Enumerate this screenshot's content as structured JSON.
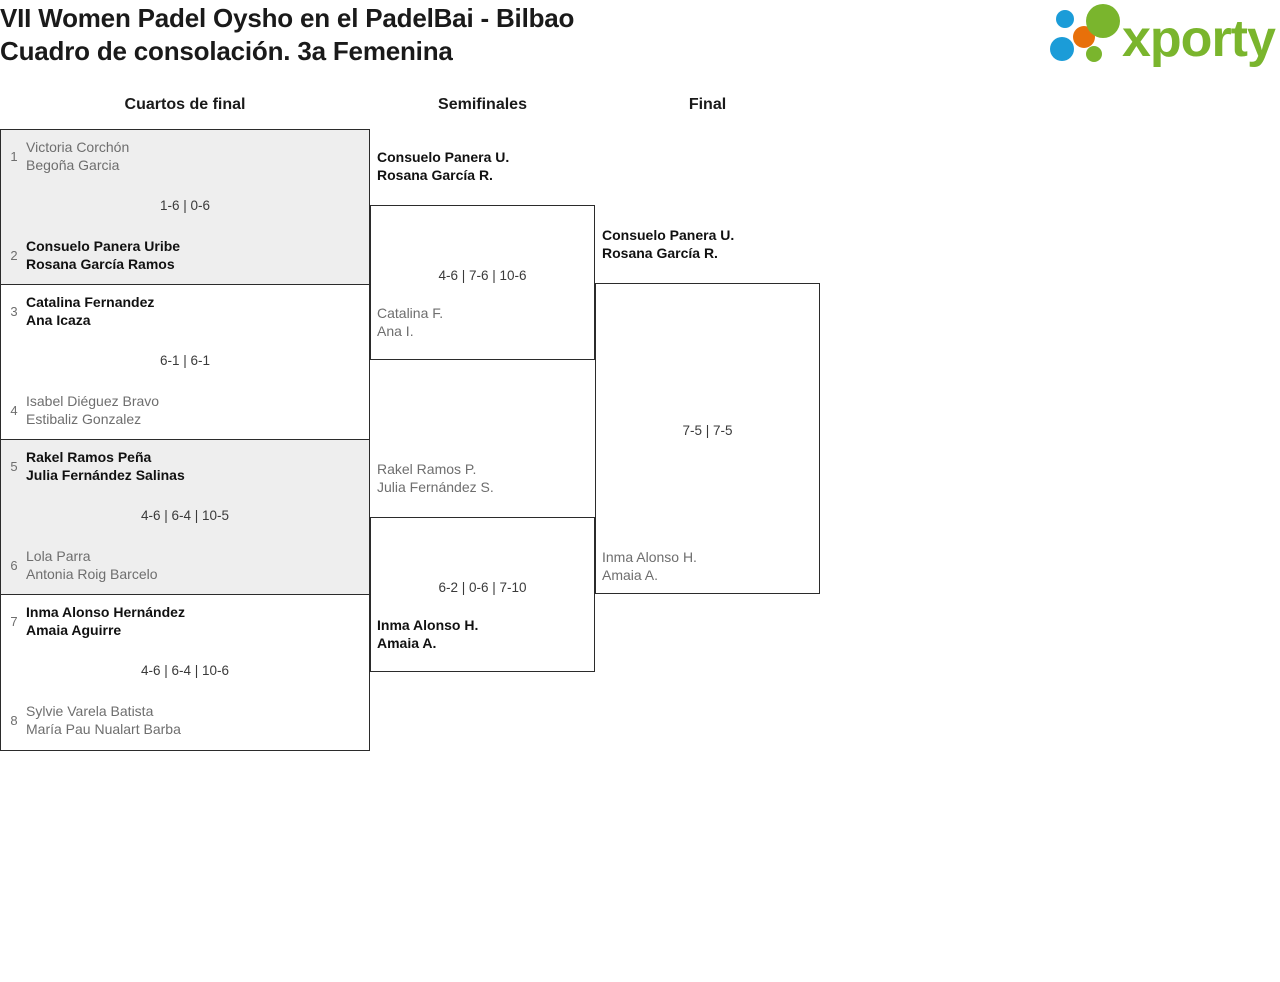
{
  "header": {
    "title_line1": "VII Women Padel Oysho en el PadelBai - Bilbao",
    "title_line2": "Cuadro de consolación. 3a Femenina",
    "logo_text": "xporty",
    "logo_colors": {
      "green": "#7ab52d",
      "orange": "#e8700a",
      "blue": "#1b9cd8"
    }
  },
  "columns": {
    "quarterfinals": "Cuartos de final",
    "semifinals": "Semifinales",
    "final": "Final"
  },
  "quarterfinals": [
    {
      "shaded": true,
      "score": "1-6 | 0-6",
      "top": {
        "seed": "1",
        "line1": "Victoria Corchón",
        "line2": "Begoña Garcia",
        "result": "loser"
      },
      "bottom": {
        "seed": "2",
        "line1": "Consuelo Panera Uribe",
        "line2": "Rosana García Ramos",
        "result": "winner"
      }
    },
    {
      "shaded": false,
      "score": "6-1 | 6-1",
      "top": {
        "seed": "3",
        "line1": "Catalina Fernandez",
        "line2": "Ana Icaza",
        "result": "winner"
      },
      "bottom": {
        "seed": "4",
        "line1": "Isabel Diéguez Bravo",
        "line2": "Estibaliz Gonzalez",
        "result": "loser"
      }
    },
    {
      "shaded": true,
      "score": "4-6 | 6-4 | 10-5",
      "top": {
        "seed": "5",
        "line1": "Rakel Ramos Peña",
        "line2": "Julia Fernández Salinas",
        "result": "winner"
      },
      "bottom": {
        "seed": "6",
        "line1": "Lola Parra",
        "line2": "Antonia Roig Barcelo",
        "result": "loser"
      }
    },
    {
      "shaded": false,
      "score": "4-6 | 6-4 | 10-6",
      "top": {
        "seed": "7",
        "line1": "Inma Alonso Hernández",
        "line2": "Amaia Aguirre",
        "result": "winner"
      },
      "bottom": {
        "seed": "8",
        "line1": "Sylvie Varela Batista",
        "line2": "María Pau Nualart Barba",
        "result": "loser"
      }
    }
  ],
  "semifinals": [
    {
      "score": "4-6 | 7-6 | 10-6",
      "top": {
        "line1": "Consuelo Panera U.",
        "line2": "Rosana García R.",
        "result": "winner"
      },
      "bottom": {
        "line1": "Catalina F.",
        "line2": "Ana I.",
        "result": "loser"
      }
    },
    {
      "score": "6-2 | 0-6 | 7-10",
      "top": {
        "line1": "Rakel Ramos P.",
        "line2": "Julia Fernández S.",
        "result": "loser"
      },
      "bottom": {
        "line1": "Inma Alonso H.",
        "line2": "Amaia A.",
        "result": "winner"
      }
    }
  ],
  "final": {
    "score": "7-5 | 7-5",
    "top": {
      "line1": "Consuelo Panera U.",
      "line2": "Rosana García R.",
      "result": "winner"
    },
    "bottom": {
      "line1": "Inma Alonso H.",
      "line2": "Amaia A.",
      "result": "loser"
    }
  }
}
